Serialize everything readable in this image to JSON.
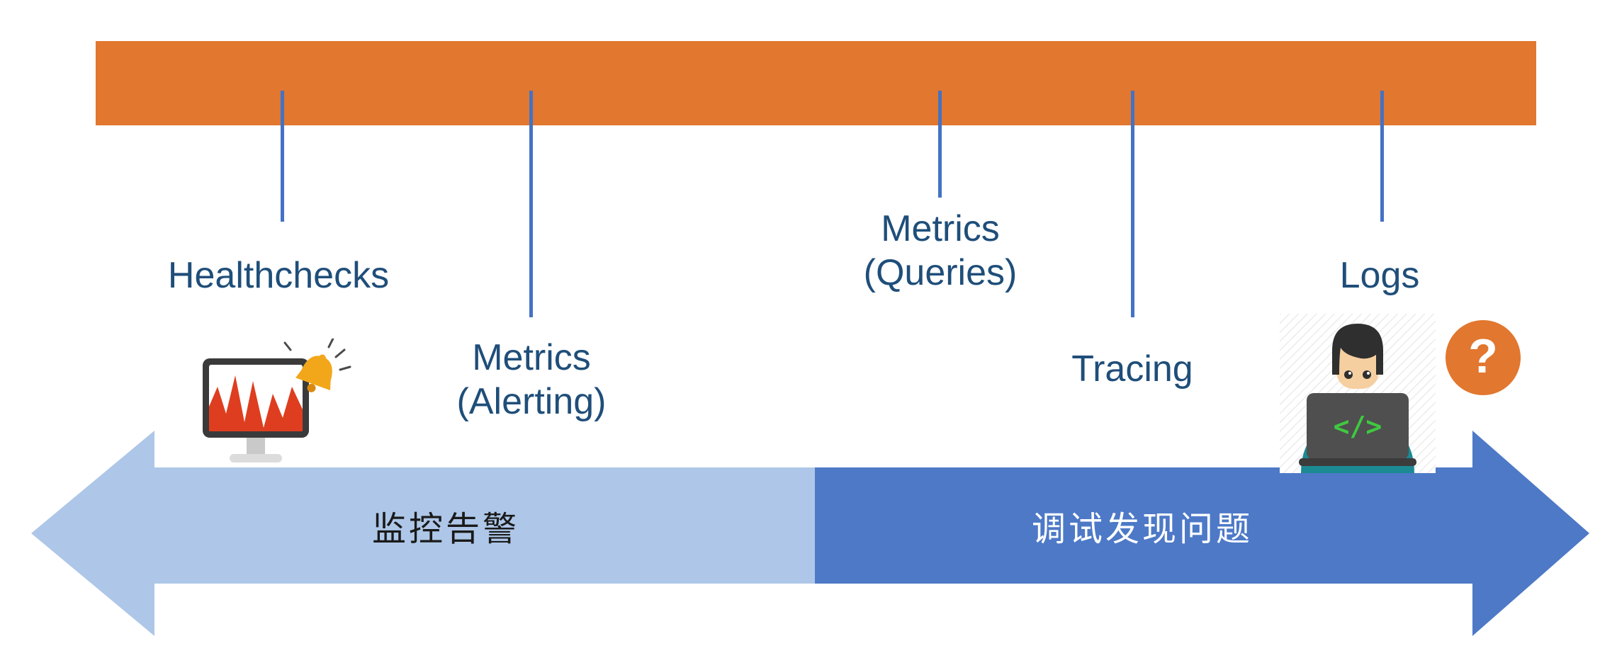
{
  "diagram": {
    "timeline_labels": {
      "healthchecks": {
        "line1": "Healthchecks"
      },
      "metrics_alerting": {
        "line1": "Metrics",
        "line2": "(Alerting)"
      },
      "metrics_queries": {
        "line1": "Metrics",
        "line2": "(Queries)"
      },
      "tracing": {
        "line1": "Tracing"
      },
      "logs": {
        "line1": "Logs"
      }
    },
    "spectrum_arrow": {
      "left_label": "监控告警",
      "right_label": "调试发现问题"
    },
    "illustrations": {
      "question_mark": "?",
      "code_symbol": "</>"
    },
    "colors": {
      "bar_orange": "#E2772F",
      "tick_blue": "#4472C4",
      "label_navy": "#1F4E79",
      "arrow_left_blue": "#AEC7E8",
      "arrow_right_blue": "#4D79C7",
      "arrow_left_text": "#1A1A1A",
      "arrow_right_text": "#FFFFFF",
      "alert_red": "#DE3E1F",
      "bell_gold": "#F2A71B",
      "bell_clapper": "#D98A10",
      "code_green": "#3FC93F",
      "question_orange": "#E2772F",
      "monitor_dark": "#3A3A3A",
      "stand_gray": "#C9C9C9",
      "base_gray": "#DCDCDC",
      "laptop_gray": "#4F4F4F",
      "laptop_base": "#3C3C3C",
      "shirt_teal": "#1B8A93",
      "skin": "#F6CFA0",
      "hair_dark": "#2F2F2F",
      "hatch_gray": "#ECECEC"
    }
  }
}
